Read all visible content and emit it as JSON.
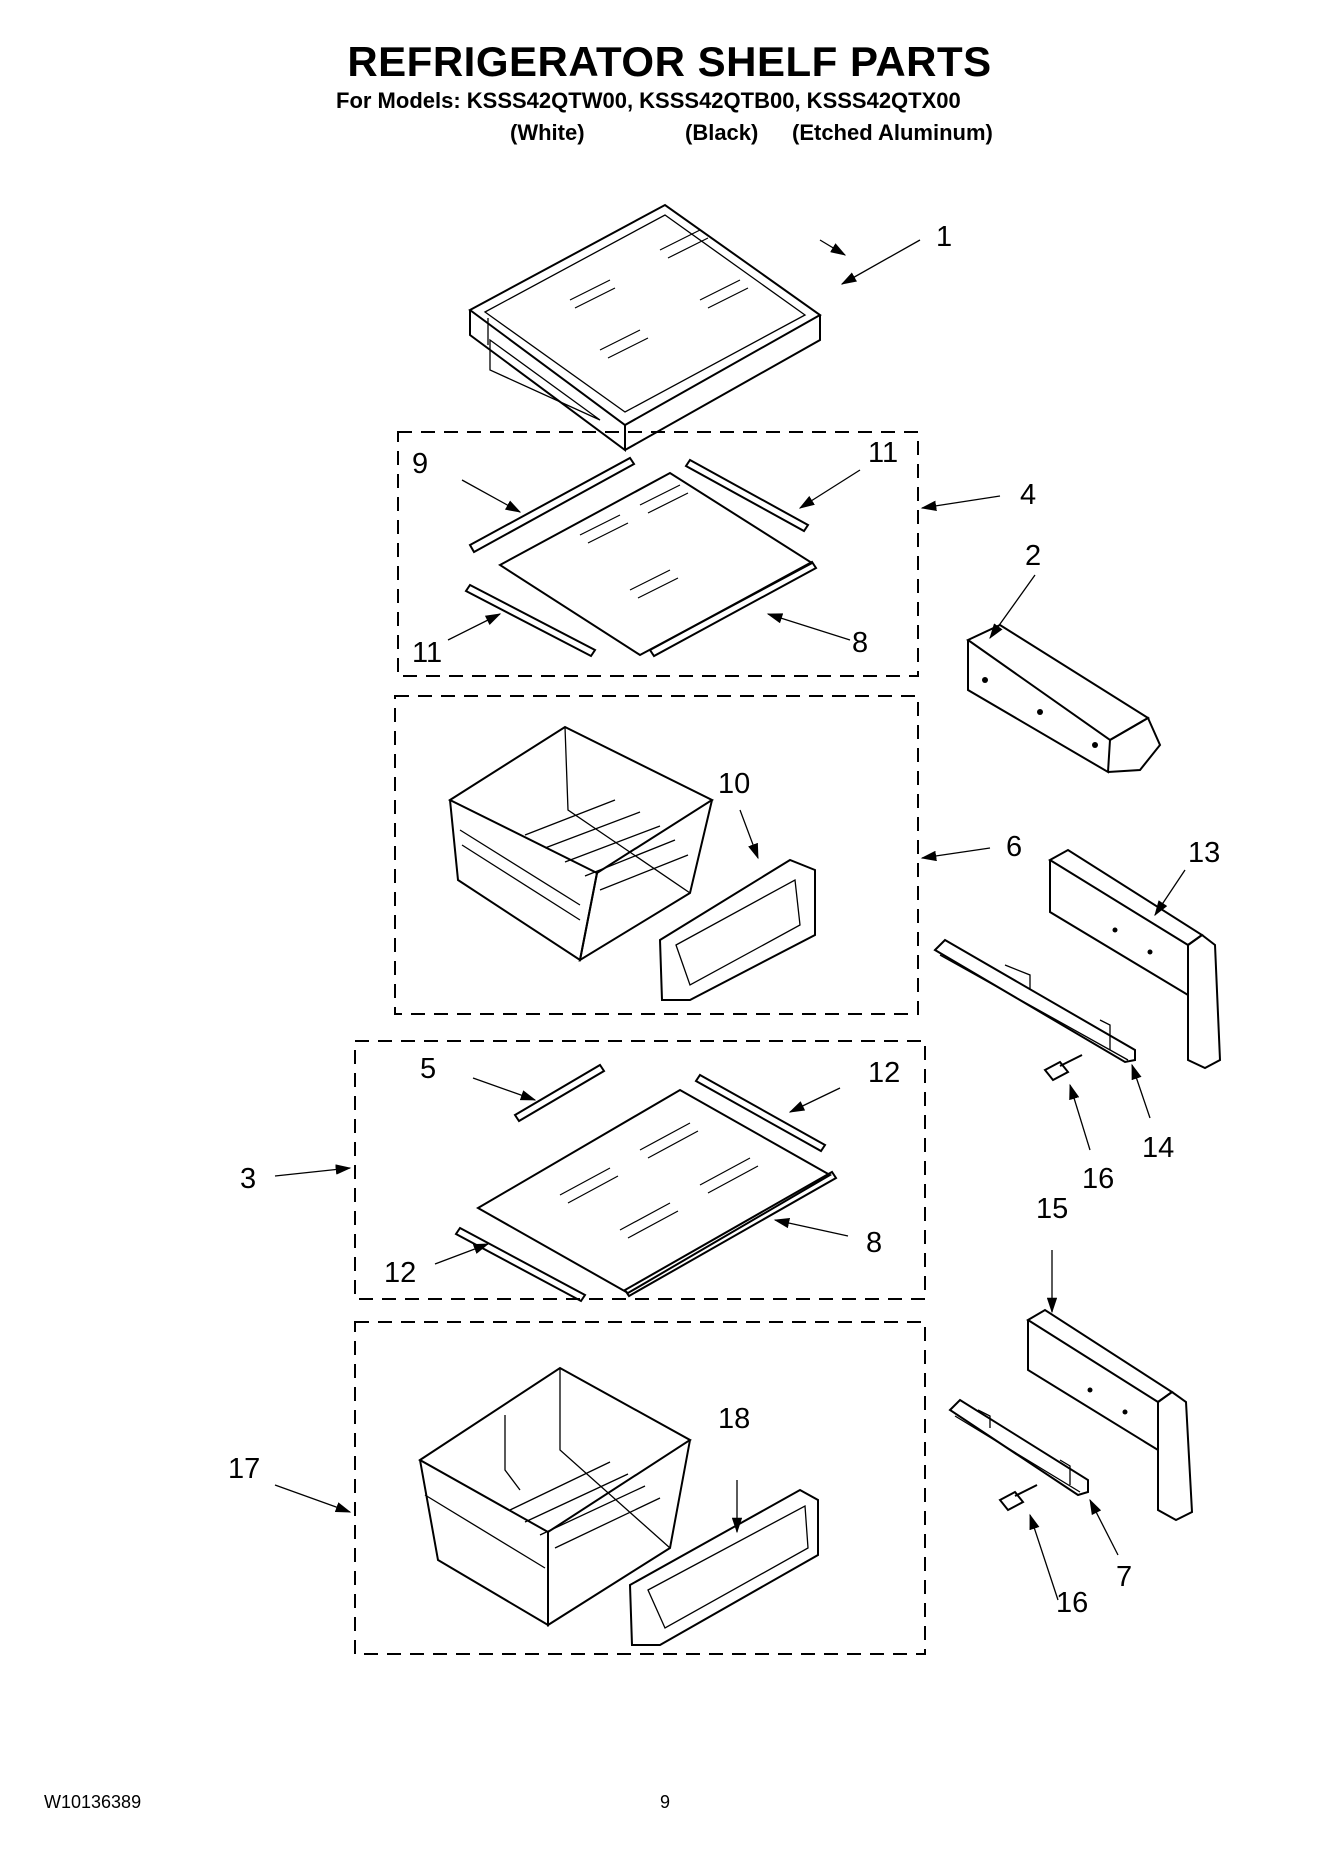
{
  "header": {
    "title": "REFRIGERATOR SHELF PARTS",
    "models_line": "For Models: KSSS42QTW00, KSSS42QTB00, KSSS42QTX00",
    "variants": [
      "(White)",
      "(Black)",
      "(Etched Aluminum)"
    ]
  },
  "callouts": [
    "1",
    "9",
    "11",
    "4",
    "2",
    "11",
    "8",
    "10",
    "6",
    "13",
    "16",
    "14",
    "5",
    "12",
    "3",
    "8",
    "12",
    "15",
    "18",
    "17",
    "16",
    "7"
  ],
  "footer": {
    "doc_number": "W10136389",
    "page_number": "9"
  }
}
